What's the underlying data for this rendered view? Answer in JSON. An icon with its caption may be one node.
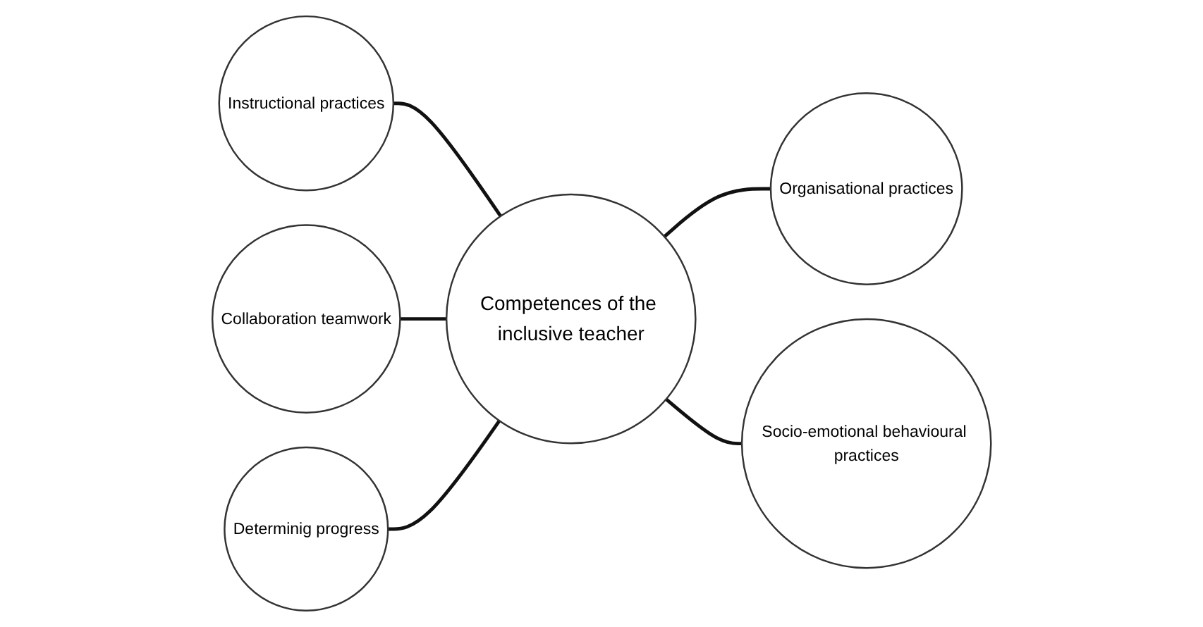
{
  "diagram": {
    "nodes": [
      {
        "text": [
          "Instructional practices"
        ]
      },
      {
        "text": [
          "Collaboration teamwork"
        ]
      },
      {
        "text": [
          "Competences of the inclusive teacher"
        ]
      },
      {
        "text": [
          "Organisational practices"
        ]
      },
      {
        "text": [
          "Determinig progress"
        ]
      },
      {
        "text": [
          "Socio-emotional behavioural practices"
        ]
      }
    ],
    "edges": [
      {
        "from": 0,
        "to": 2,
        "arrow": "none"
      },
      {
        "from": 1,
        "to": 2,
        "arrow": "none"
      },
      {
        "from": 2,
        "to": 3,
        "arrow": "none"
      },
      {
        "from": 4,
        "to": 2,
        "arrow": "none"
      },
      {
        "from": 2,
        "to": 5,
        "arrow": "none"
      }
    ]
  }
}
